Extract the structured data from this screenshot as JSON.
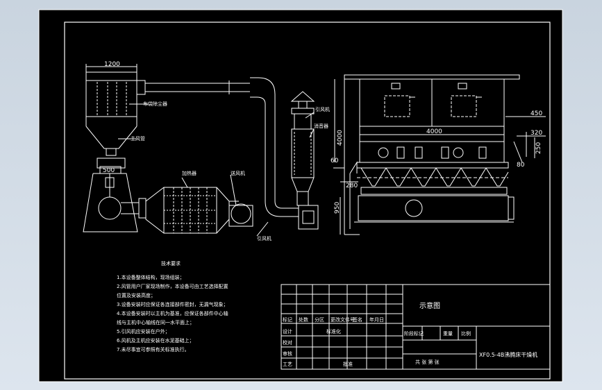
{
  "dimensions": {
    "d1200": "1200",
    "d500": "500",
    "d4000_top": "4000",
    "d4000_side": "4000",
    "d450": "450",
    "d320": "320",
    "d250": "250",
    "d80": "80",
    "d60": "60",
    "d280": "280",
    "d950": "950"
  },
  "callouts": {
    "bag_filter": "布袋除尘器",
    "main_pipe": "主风管",
    "heater": "加热器",
    "blower": "送风机",
    "induced_fan": "引风机",
    "silencer": "消音器",
    "return_fan": "引风机"
  },
  "notes": {
    "heading": "技术要求",
    "lines": [
      "1.本设备整体结构，现场组装；",
      "2.风管用户厂家现场制作，本设备可由工艺选择配置",
      "   位置及安装高度；",
      "3.设备安装时应保证各连接部件密封，无漏气现象；",
      "4.本设备安装时以主机为基准，应保证各部件中心轴",
      "   线与主机中心轴线在同一水平面上；",
      "5.引风机应安装在户外；",
      "6.风机及主机应安装在水泥基础上；",
      "7.未尽事宜可参照有关标准执行。"
    ]
  },
  "title_block": {
    "drawing_title": "示意图",
    "product_name": "XF0.5-4B沸腾床干燥机",
    "col_mark": "标记",
    "col_qty": "处数",
    "col_zone": "分区",
    "col_docno": "更改文件号",
    "col_sign": "签名",
    "col_date": "年月日",
    "row_design": "设计",
    "row_check": "校对",
    "row_review": "审核",
    "row_process": "工艺",
    "std": "标准化",
    "approve": "批准",
    "stage": "阶段标记",
    "weight": "重量",
    "scale": "比例",
    "sheets": "共 张 第 张"
  }
}
